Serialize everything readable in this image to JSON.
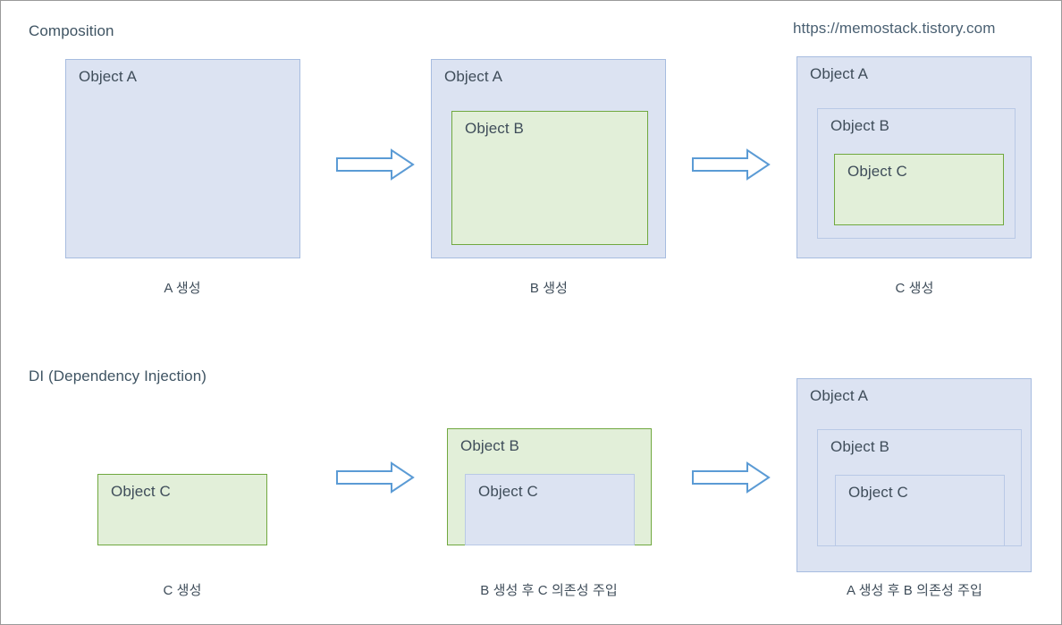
{
  "watermark": {
    "text": "https://memostack.tistory.com"
  },
  "sections": [
    {
      "title": "Composition",
      "steps": [
        {
          "caption": "A 생성",
          "boxes": [
            {
              "label": "Object A",
              "color": "blue"
            }
          ]
        },
        {
          "caption": "B 생성",
          "boxes": [
            {
              "label": "Object A",
              "color": "blue"
            },
            {
              "label": "Object B",
              "color": "green"
            }
          ]
        },
        {
          "caption": "C 생성",
          "boxes": [
            {
              "label": "Object A",
              "color": "blue"
            },
            {
              "label": "Object B",
              "color": "blue-inner"
            },
            {
              "label": "Object C",
              "color": "green"
            }
          ]
        }
      ]
    },
    {
      "title": "DI (Dependency Injection)",
      "steps": [
        {
          "caption": "C 생성",
          "boxes": [
            {
              "label": "Object C",
              "color": "green"
            }
          ]
        },
        {
          "caption": "B 생성 후 C 의존성 주입",
          "boxes": [
            {
              "label": "Object B",
              "color": "green"
            },
            {
              "label": "Object C",
              "color": "blue-inner"
            }
          ]
        },
        {
          "caption": "A 생성 후 B 의존성 주입",
          "boxes": [
            {
              "label": "Object A",
              "color": "blue"
            },
            {
              "label": "Object B",
              "color": "blue-inner"
            },
            {
              "label": "Object C",
              "color": "blue-inner"
            }
          ]
        }
      ]
    }
  ],
  "arrows": {
    "label": "arrow-right"
  },
  "colors": {
    "blue_fill": "#dce3f2",
    "blue_border": "#a7bce0",
    "blue_inner_border": "#b9c9e6",
    "green_fill": "#e2efd9",
    "green_border": "#70a83f",
    "arrow_stroke": "#5b9bd5",
    "text": "#3f4d5a",
    "frame_border": "#9a9a9a"
  }
}
